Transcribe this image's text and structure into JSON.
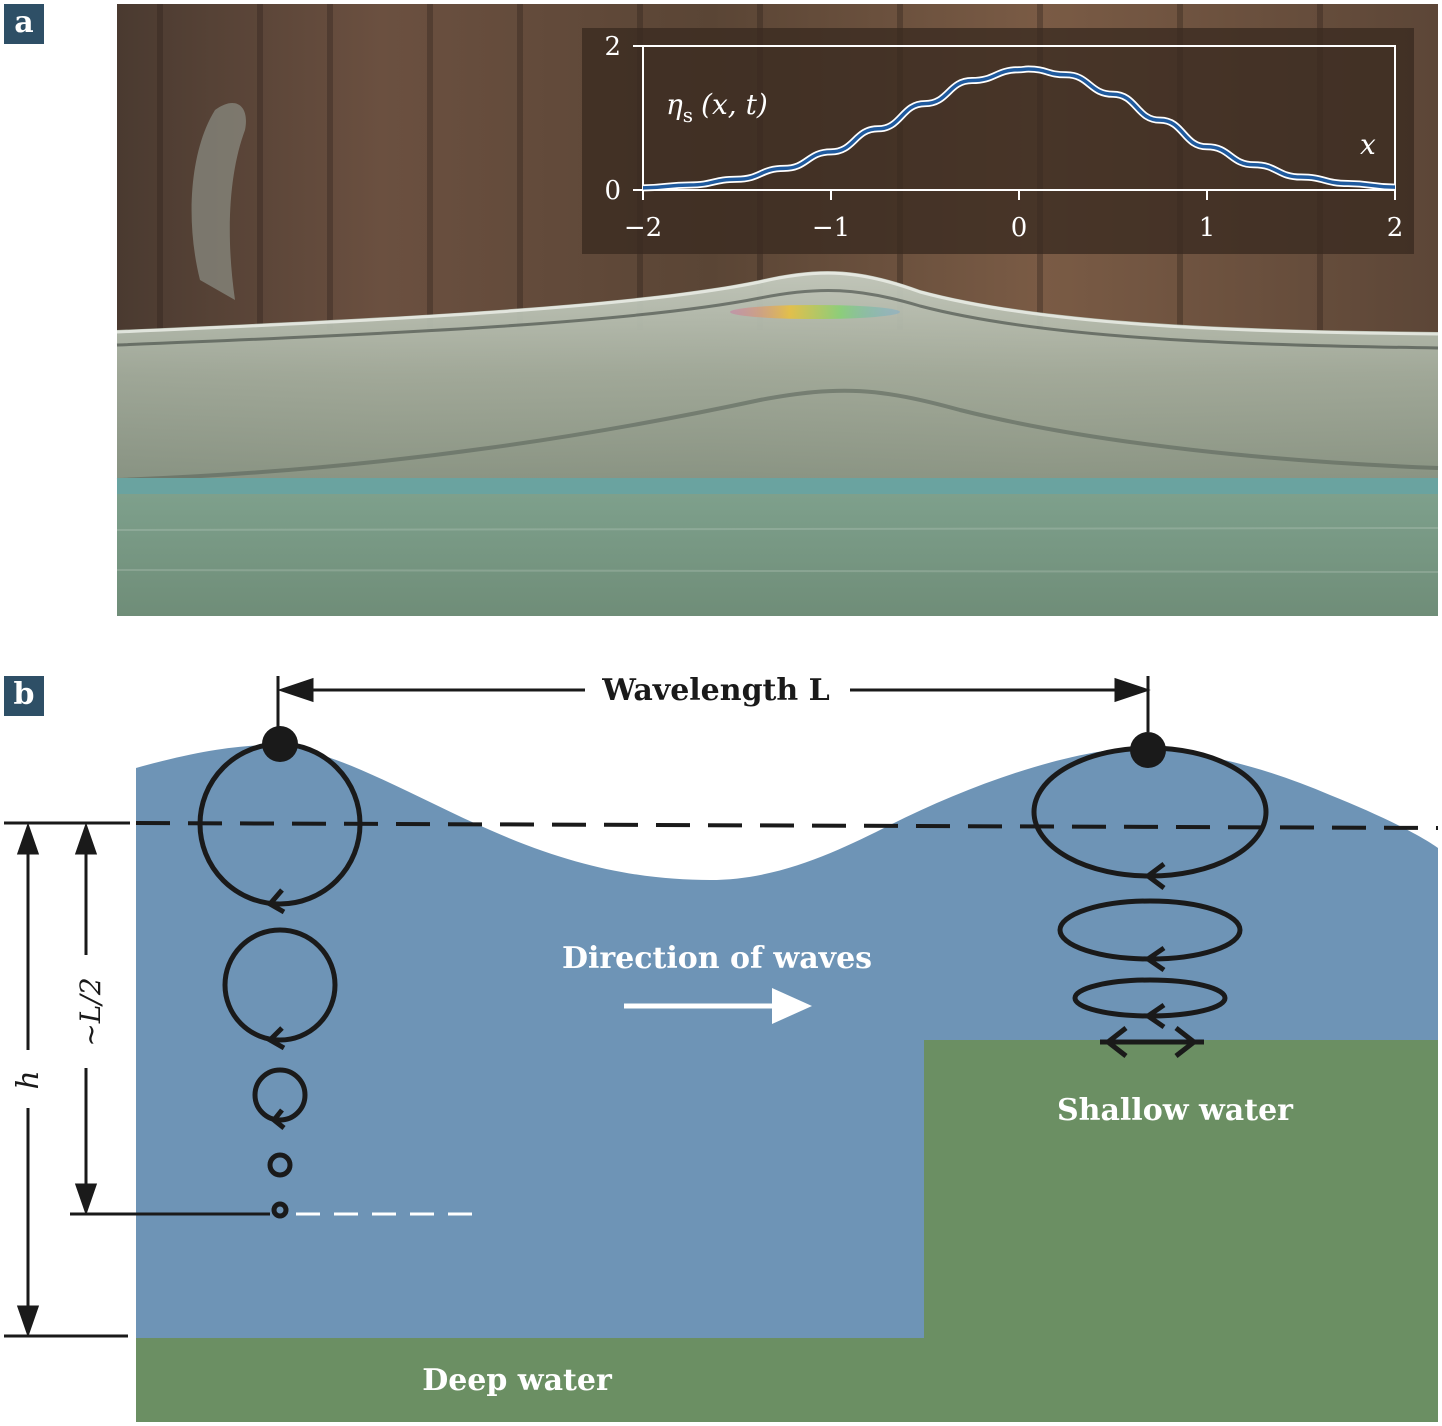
{
  "panel_a": {
    "label": "a",
    "inset": {
      "y_label": "η",
      "y_label_sub": "s",
      "y_label_args": "(x, t)",
      "x_label": "x",
      "x_ticks": [
        "−2",
        "−1",
        "0",
        "1",
        "2"
      ],
      "y_ticks": [
        "0",
        "2"
      ],
      "colors": {
        "curve": "#1f5a9e",
        "frame": "#ffffff"
      }
    }
  },
  "panel_b": {
    "label": "b",
    "wavelength_label": "Wavelength L",
    "half_wavelength_label": "~L/2",
    "depth_label": "h",
    "direction_label": "Direction of waves",
    "shallow_label": "Shallow water",
    "deep_label": "Deep water",
    "colors": {
      "water": "#6e94b6",
      "ground": "#6b8f63",
      "ink": "#1a1a1a"
    }
  },
  "chart_data": {
    "type": "line",
    "xlim": [
      -2,
      2
    ],
    "ylim": [
      0,
      2
    ],
    "grid": false,
    "x_ticks": [
      -2,
      -1,
      0,
      1,
      2
    ],
    "y_ticks": [
      0,
      2
    ],
    "series": [
      {
        "x": [
          -2.0,
          -1.75,
          -1.5,
          -1.25,
          -1.0,
          -0.75,
          -0.5,
          -0.25,
          0.0,
          0.05,
          0.25,
          0.5,
          0.75,
          1.0,
          1.25,
          1.5,
          1.75,
          2.0
        ],
        "values": [
          0.03,
          0.07,
          0.15,
          0.3,
          0.53,
          0.85,
          1.2,
          1.52,
          1.67,
          1.68,
          1.6,
          1.33,
          0.97,
          0.6,
          0.35,
          0.18,
          0.09,
          0.04
        ]
      }
    ]
  }
}
